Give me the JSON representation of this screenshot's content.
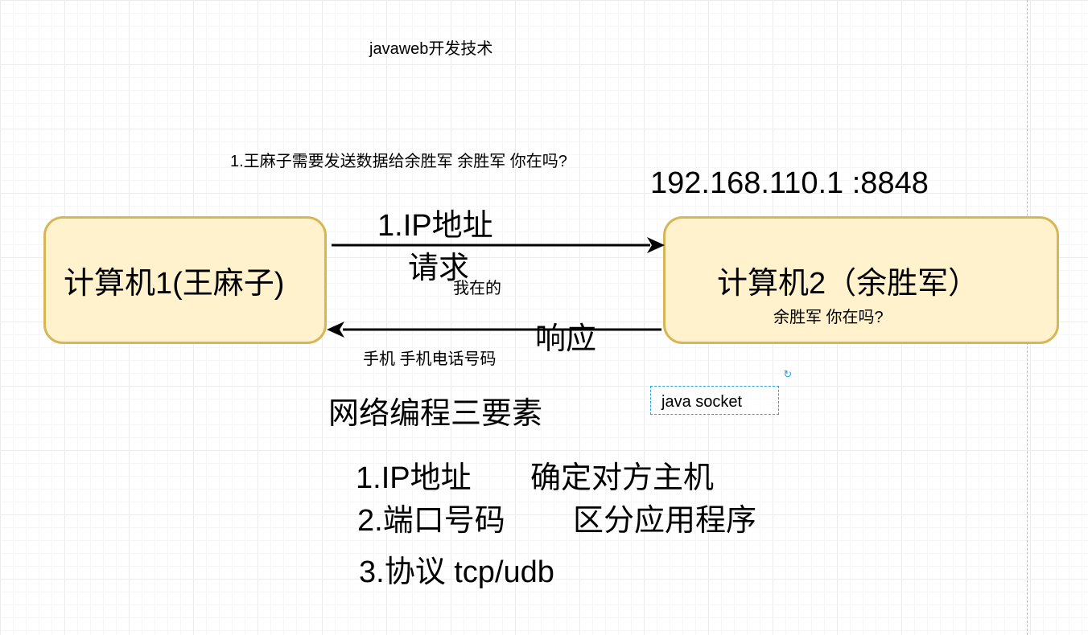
{
  "title": "javaweb开发技术",
  "scenario_text": "1.王麻子需要发送数据给余胜军    余胜军 你在吗?",
  "ip_port": "192.168.110.1 :8848",
  "computer1": {
    "label": "计算机1(王麻子)"
  },
  "computer2": {
    "label": "计算机2（余胜军）",
    "sublabel": "余胜军 你在吗?"
  },
  "request_arrow": {
    "label_ip": "1.IP地址",
    "label_request": "请求",
    "note": "我在的"
  },
  "response_arrow": {
    "label": "响应",
    "note": "手机  手机电话号码"
  },
  "selected_text": {
    "label": "java  socket"
  },
  "elements_heading": "网络编程三要素",
  "elements": [
    {
      "label": "1.IP地址",
      "desc": "确定对方主机"
    },
    {
      "label": "2.端口号码",
      "desc": "区分应用程序"
    },
    {
      "label": "3.协议 tcp/udb",
      "desc": ""
    }
  ],
  "colors": {
    "node_fill": "#fff2cc",
    "node_stroke": "#d6b656",
    "selection": "#29a3e0"
  },
  "icons": {
    "rotate_handle": "rotate-icon"
  }
}
